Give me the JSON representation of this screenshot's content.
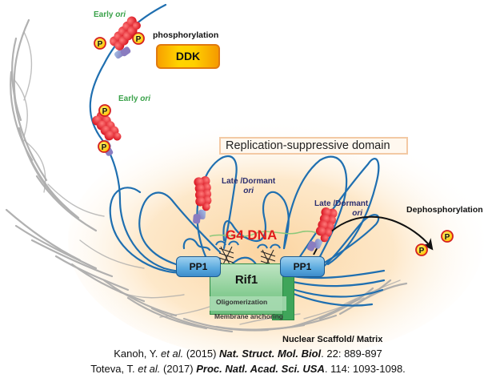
{
  "figure": {
    "labels": {
      "early_ori_1": {
        "prefix": "Early ",
        "italic": "ori"
      },
      "early_ori_2": {
        "prefix": "Early ",
        "italic": "ori"
      },
      "phosphorylation": "phosphorylation",
      "kinase": "DDK",
      "domain": "Replication-suppressive domain",
      "late_ori_1": {
        "line1": "Late /Dormant",
        "italic": "ori"
      },
      "late_ori_2": {
        "line1": "Late /Dormant",
        "italic": "ori"
      },
      "dephosphorylation": "Dephosphorylation",
      "g4": "G4 DNA",
      "pp1_left": "PP1",
      "pp1_right": "PP1",
      "rif1": "Rif1",
      "oligomerization": "Oligomerization",
      "membrane": "Membrane anchoring",
      "scaffold": "Nuclear Scaffold/ Matrix",
      "phospho_symbol": "P"
    },
    "colors": {
      "dna": "#1f6fb0",
      "early_label": "#3aa24a",
      "late_label": "#2e3070",
      "g4_label": "#e21b1b",
      "mcm": "#e8202a",
      "phospho_fill": "#ffd400",
      "phospho_ring": "#d42020",
      "domain_glow": "#fbd9a8",
      "scaffold": "#a8a8a8",
      "rif1": "#7cc68a",
      "pp1": "#5aa9de",
      "g4_strand": "#8cc87a"
    }
  },
  "citations": [
    {
      "authors": "Kanoh, Y. ",
      "etal": "et al.",
      "year": " (2015) ",
      "journal": "Nat. Struct. Mol. Biol",
      "rest": ". 22: 889-897"
    },
    {
      "authors": "Toteva, T. ",
      "etal": "et al.",
      "year": " (2017) ",
      "journal": "Proc. Natl. Acad. Sci. USA",
      "rest": ". 114: 1093-1098."
    }
  ]
}
